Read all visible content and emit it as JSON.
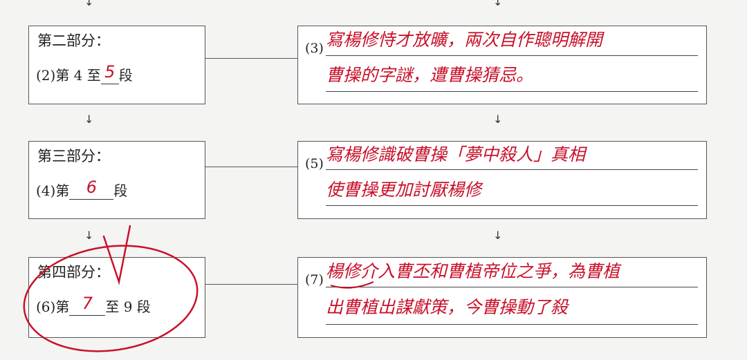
{
  "arrow_glyph": "↓",
  "parts": [
    {
      "heading": "第二部分：",
      "label": "(2)第 4 至",
      "answer": "5",
      "suffix": "段",
      "item_number": "(3)",
      "notes": [
        "寫楊修恃才放曠，兩次自作聰明解開",
        "曹操的字謎，遭曹操猜忌。"
      ]
    },
    {
      "heading": "第三部分：",
      "label": "(4)第",
      "answer": "6",
      "suffix": "段",
      "item_number": "(5)",
      "notes": [
        "寫楊修識破曹操「夢中殺人」真相",
        "使曹操更加討厭楊修"
      ]
    },
    {
      "heading": "第四部分：",
      "label": "(6)第",
      "answer": "7",
      "suffix": "至 9 段",
      "item_number": "(7)",
      "notes": [
        "楊修介入曹丕和曹植帝位之爭，為曹植",
        "出曹植出謀獻策，今曹操動了殺"
      ]
    }
  ]
}
